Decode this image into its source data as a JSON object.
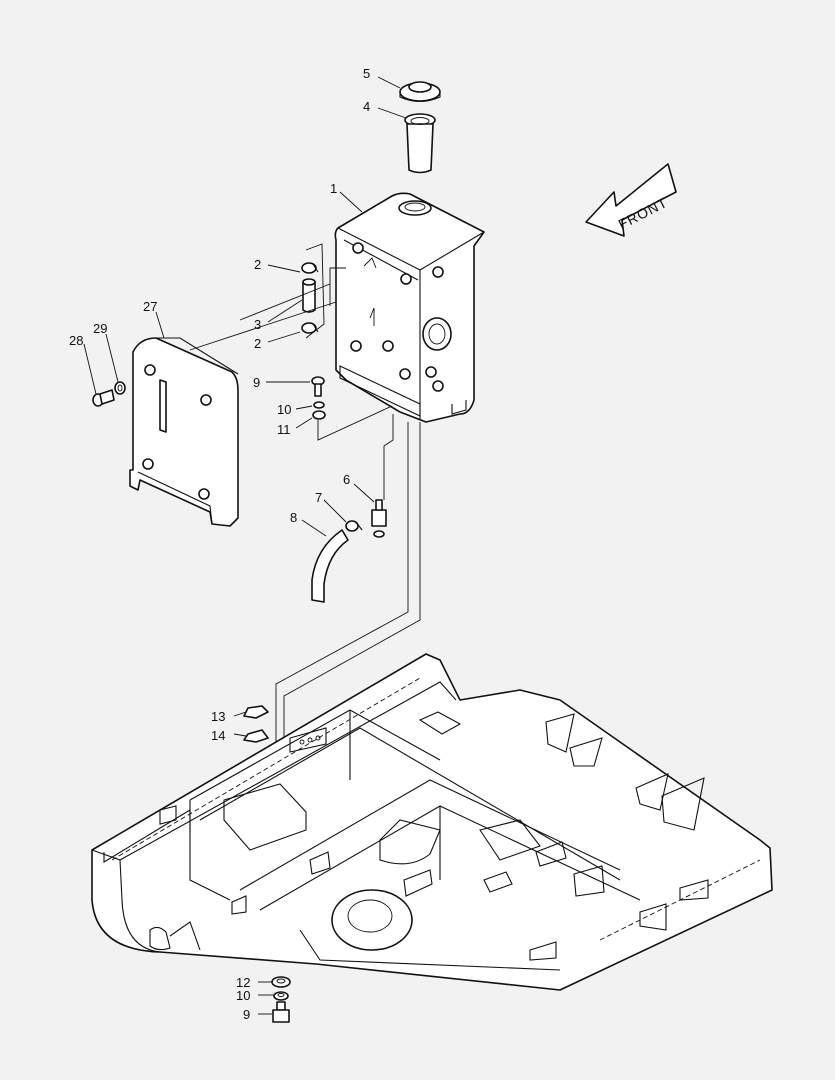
{
  "front_label": "FRONT",
  "callouts": [
    "5",
    "4",
    "1",
    "2",
    "3",
    "2",
    "27",
    "29",
    "28",
    "9",
    "10",
    "11",
    "6",
    "7",
    "8",
    "13",
    "14",
    "12",
    "10",
    "9"
  ]
}
